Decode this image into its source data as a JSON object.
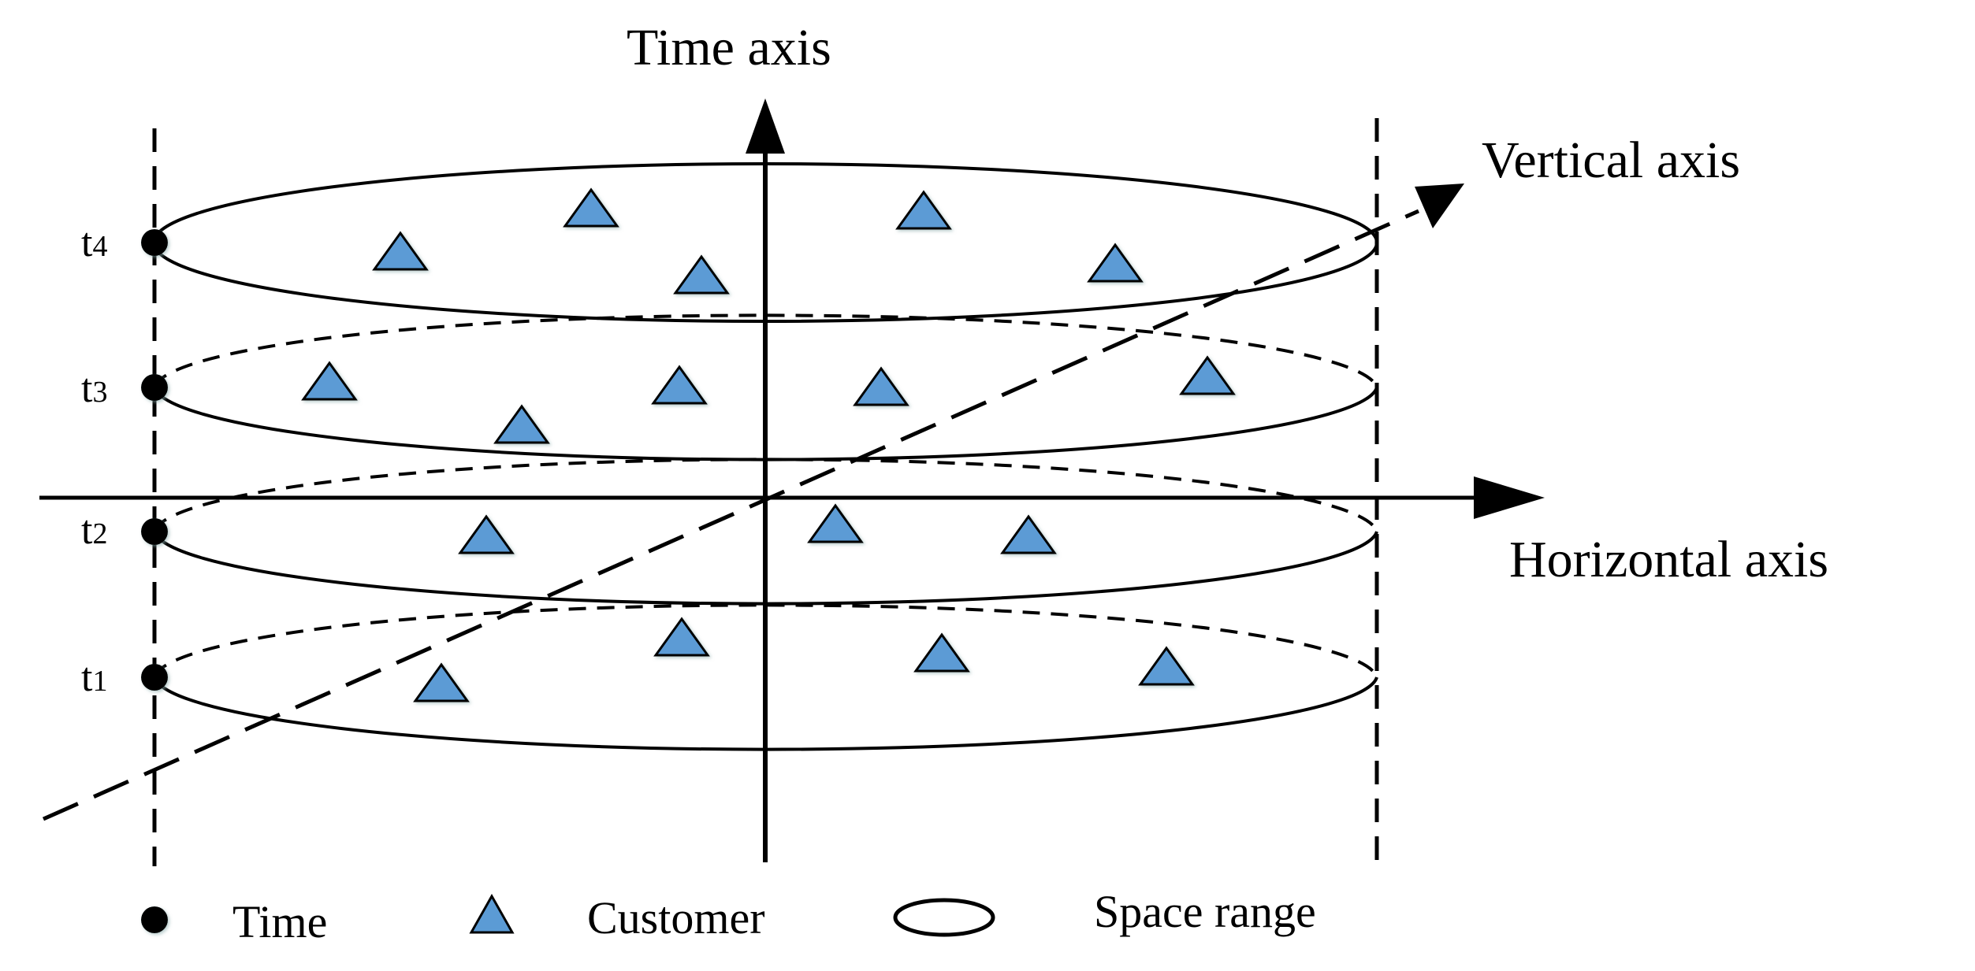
{
  "axes": {
    "time_label": "Time axis",
    "vertical_label": "Vertical axis",
    "horizontal_label": "Horizontal axis"
  },
  "layers": [
    {
      "base": "t",
      "sub": "4"
    },
    {
      "base": "t",
      "sub": "3"
    },
    {
      "base": "t",
      "sub": "2"
    },
    {
      "base": "t",
      "sub": "1"
    }
  ],
  "legend": {
    "time": "Time",
    "customer": "Customer",
    "space_range": "Space range"
  },
  "colors": {
    "customer_fill": "#5b9bd5",
    "line": "#000000"
  },
  "icons": {
    "time": "filled-circle-icon",
    "customer": "triangle-icon",
    "space_range": "ellipse-icon"
  }
}
